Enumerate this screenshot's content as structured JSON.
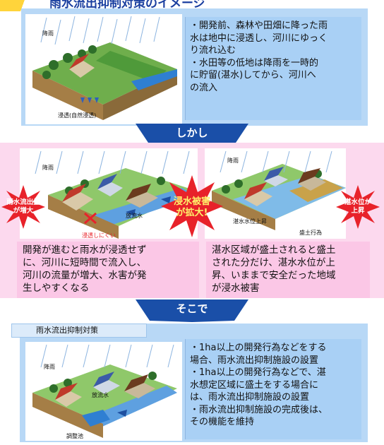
{
  "header": {
    "title": "雨水流出抑制対策のイメージ"
  },
  "top": {
    "rain_label": "降雨",
    "infiltration_label": "浸透(自然浸透)",
    "lines": [
      "・開発前、森林や田畑に降った雨",
      "水は地中に浸透し、河川にゆっく",
      "り流れ込む",
      "・水田等の低地は降雨を一時的",
      "に貯留(湛水)してから、河川へ",
      "の流入"
    ]
  },
  "connector1": {
    "label": "しかし"
  },
  "middle": {
    "left_rain_label": "降雨",
    "right_rain_label": "降雨",
    "outflow_burst": [
      "雨水流出量",
      "が増大"
    ],
    "flood_burst": [
      "浸水被害",
      "が拡大!"
    ],
    "waterlevel_burst": [
      "湛水位が",
      "上昇"
    ],
    "discharge_label": "放流水",
    "hard_infiltration_label": "浸透しにくい",
    "waterlevel_rise_label": "湛水水位上昇",
    "fill_label": "盛土行為",
    "left_lines": [
      "開発が進むと雨水が浸透せず",
      "に、河川に短時間で流入し、",
      "河川の流量が増大、水害が発",
      "生しやすくなる"
    ],
    "right_lines": [
      "湛水区域が盛土されると盛土",
      "された分だけ、湛水水位が上",
      "昇、いままで安全だった地域",
      "が浸水被害"
    ]
  },
  "connector2": {
    "label": "そこで"
  },
  "bottom": {
    "section_label": "雨水流出抑制対策",
    "rain_label": "降雨",
    "discharge_label": "放流水",
    "pond_label": "調整池",
    "lines": [
      "・1ha以上の開発行為などをする",
      "場合、雨水流出抑制施設の設置",
      "・1ha以上の開発行為などで、湛",
      "水想定区域に盛土をする場合に",
      "は、雨水流出抑制施設の設置",
      "・雨水流出抑制施設の完成後は、",
      "その機能を維持"
    ]
  },
  "colors": {
    "blue_panel": "#b8d8f6",
    "pink_panel": "#fcd9ee",
    "connector": "#1a4fa8",
    "burst_red": "#e8222a",
    "title": "#1a3fa0"
  }
}
